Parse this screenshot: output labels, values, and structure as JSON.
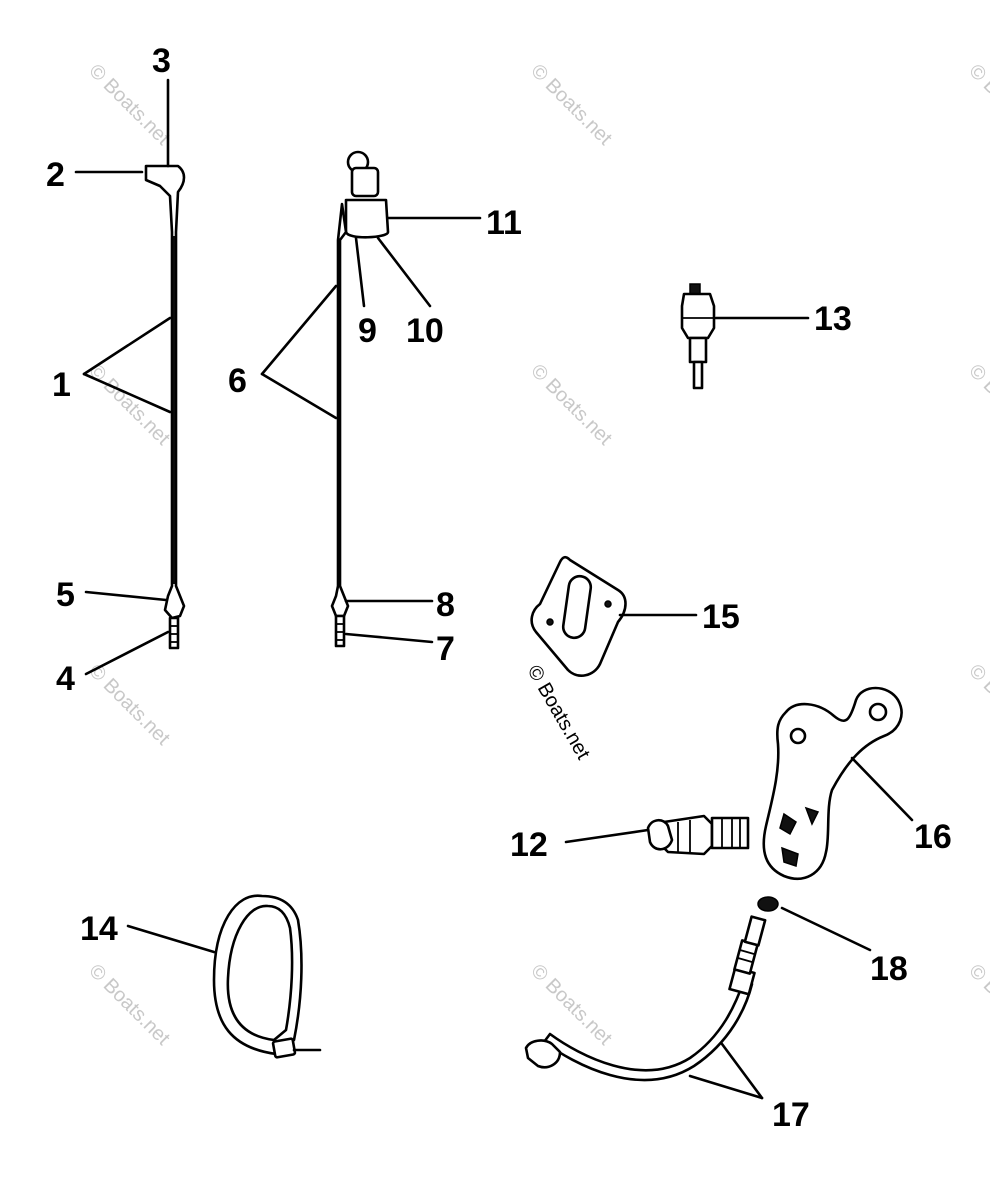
{
  "watermark": {
    "text": "© Boats.net"
  },
  "callouts": {
    "c1": "1",
    "c2": "2",
    "c3": "3",
    "c4": "4",
    "c5": "5",
    "c6": "6",
    "c7": "7",
    "c8": "8",
    "c9": "9",
    "c10": "10",
    "c11": "11",
    "c12": "12",
    "c13": "13",
    "c14": "14",
    "c15": "15",
    "c16": "16",
    "c17": "17",
    "c18": "18"
  }
}
